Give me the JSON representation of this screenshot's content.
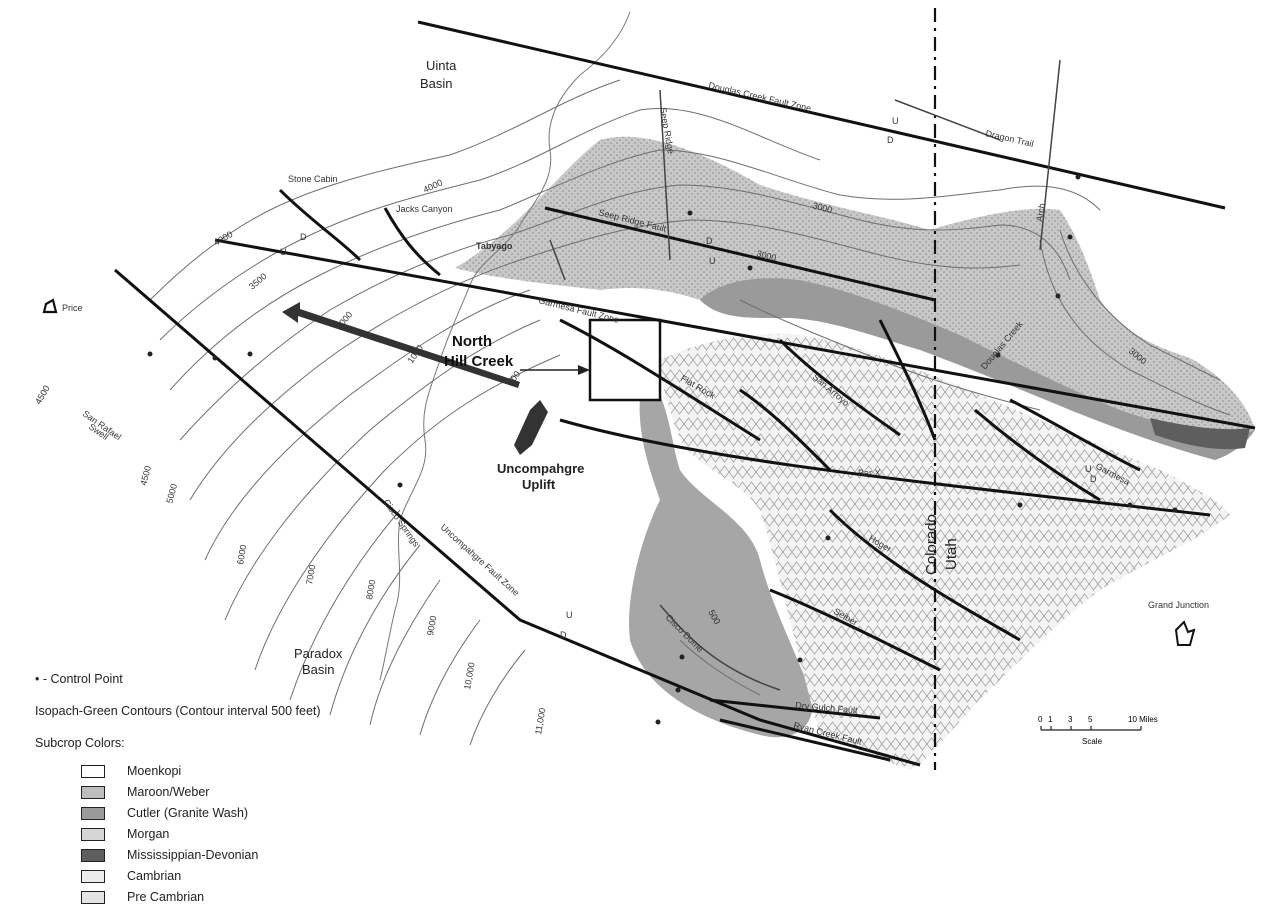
{
  "map": {
    "regions": {
      "uinta_basin": [
        "Uinta",
        "Basin"
      ],
      "paradox_basin": [
        "Paradox",
        "Basin"
      ],
      "north_hill_creek": [
        "North",
        "Hill Creek"
      ],
      "uncompahgre_uplift": [
        "Uncompahgre",
        "Uplift"
      ],
      "san_rafael_swell": [
        "San Rafael",
        "Swell"
      ]
    },
    "states": {
      "utah": "Utah",
      "colorado": "Colorado"
    },
    "cities": {
      "price": "Price",
      "grand_junction": "Grand Junction"
    },
    "faults": {
      "douglas_creek": "Douglas Creek Fault Zone",
      "dragon_trail": "Dragon Trail",
      "seep_ridge": "Seep Ridge Fault",
      "garmesa": "Garmesa Fault Zone",
      "uncompahgre": "Uncompahgre Fault Zone",
      "dry_gulch": "Dry Gulch Fault",
      "ryan_creek": "Ryan Creek Fault"
    },
    "structures": {
      "stone_cabin": "Stone Cabin",
      "jacks_canyon": "Jacks Canyon",
      "tabyago": "Tabyago",
      "flat_rock": "Flat Rock",
      "san_arroyo": "San Arroyo",
      "bar_x": "Bar X",
      "garmesa_label": "Garmesa",
      "hoger": "Hoger",
      "seiber": "Seiber",
      "cisco_dome": "Cisco Dome",
      "douglas_creek_arch": "Douglas Creek",
      "arch": "Arch",
      "seep_ridge_anticline": "Seep Ridge",
      "cisco_springs": "Cisco Springs"
    },
    "contours": [
      "4000",
      "4000",
      "3500",
      "3000",
      "3000",
      "3000",
      "2000",
      "1000",
      "500",
      "500",
      "4500",
      "4500",
      "5000",
      "6000",
      "7000",
      "8000",
      "9000",
      "10,000",
      "11,000"
    ],
    "fault_marks": {
      "u": "U",
      "d": "D"
    }
  },
  "legend": {
    "control_point": "• - Control Point",
    "isopach": "Isopach-Green Contours (Contour interval 500 feet)",
    "subcrop_title": "Subcrop Colors:",
    "items": [
      {
        "label": "Moenkopi",
        "color": "#ffffff"
      },
      {
        "label": "Maroon/Weber",
        "color": "#bdbdbd"
      },
      {
        "label": "Cutler (Granite Wash)",
        "color": "#9a9a9a"
      },
      {
        "label": "Morgan",
        "color": "#d6d6d6"
      },
      {
        "label": "Mississippian-Devonian",
        "color": "#5e5e5e"
      },
      {
        "label": "Cambrian",
        "color": "#ececec"
      },
      {
        "label": "Pre Cambrian",
        "color": "#e4e4e4"
      }
    ]
  },
  "scale": {
    "ticks": [
      "0",
      "1",
      "3",
      "5",
      "10 Miles"
    ],
    "label": "Scale"
  }
}
